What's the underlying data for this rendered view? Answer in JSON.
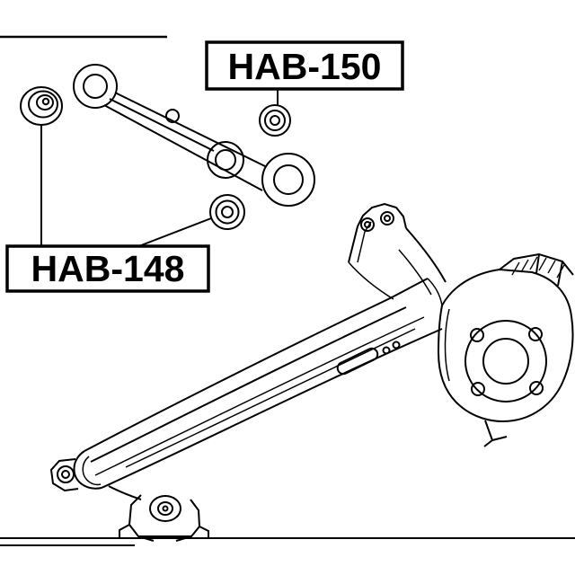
{
  "figure": {
    "type": "exploded-parts-line-diagram",
    "subject": "rear-trailing-arm-and-upper-control-arm-with-bushings",
    "callouts": [
      {
        "part_no": "HAB-150",
        "target": "upper-arm-bushing-right"
      },
      {
        "part_no": "HAB-148",
        "target": "upper-arm-bushing-left-and-lower"
      }
    ]
  },
  "colors": {
    "ink": "#000000",
    "background": "#ffffff"
  }
}
